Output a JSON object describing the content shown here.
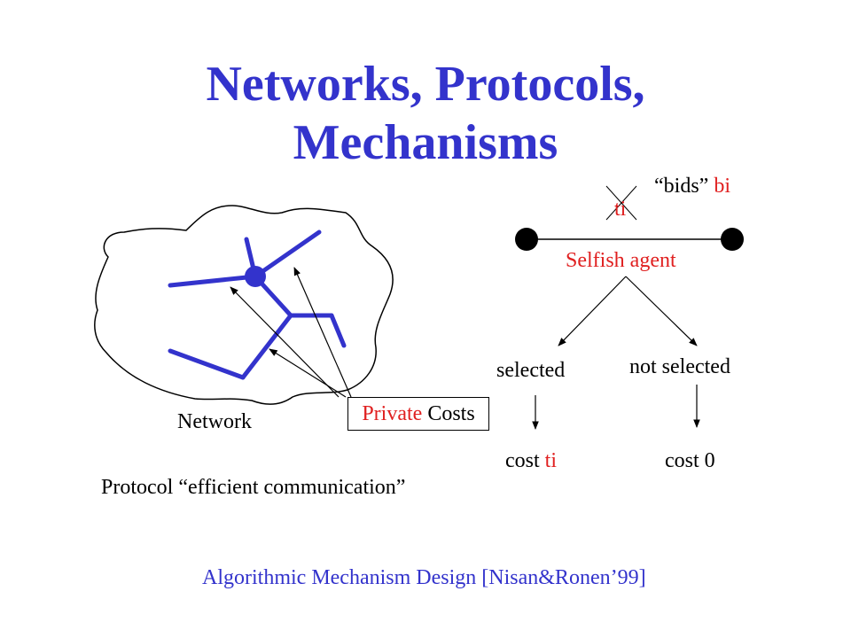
{
  "slide": {
    "title_line1": "Networks, Protocols,",
    "title_line2": "Mechanisms",
    "colors": {
      "title": "#3333cc",
      "accent": "#e02020",
      "network": "#3333cc"
    }
  },
  "network": {
    "label": "Network",
    "private_costs_box": {
      "word1": "Private",
      "word2": "Costs"
    },
    "protocol_text": "Protocol “efficient communication”"
  },
  "agent": {
    "crossed_type": "ti",
    "bids_prefix": "“bids”",
    "bids_value": "bi",
    "agent_label": "Selfish agent",
    "selected_label": "selected",
    "not_selected_label": "not selected",
    "cost_selected_prefix": "cost",
    "cost_selected_value": "ti",
    "cost_not_selected": "cost 0"
  },
  "footer": {
    "citation": "Algorithmic Mechanism Design [Nisan&Ronen’99]"
  }
}
